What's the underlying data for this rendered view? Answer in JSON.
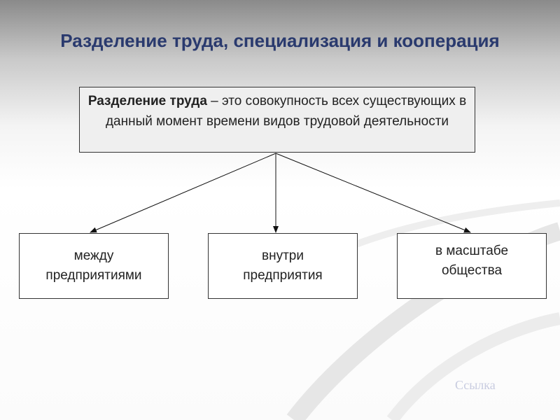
{
  "title": "Разделение труда, специализация и кооперация",
  "definition": {
    "term": "Разделение труда",
    "text": " – это совокупность всех существующих в данный момент времени видов трудовой деятельности"
  },
  "nodes": [
    {
      "label": "между\nпредприятиями"
    },
    {
      "label": "внутри\nпредприятия"
    },
    {
      "label": "в масштабе\nобщества"
    }
  ],
  "link_text": "Ссылка",
  "colors": {
    "title": "#2a3a6e",
    "definition_fill": "#efefef",
    "border": "#333333"
  }
}
